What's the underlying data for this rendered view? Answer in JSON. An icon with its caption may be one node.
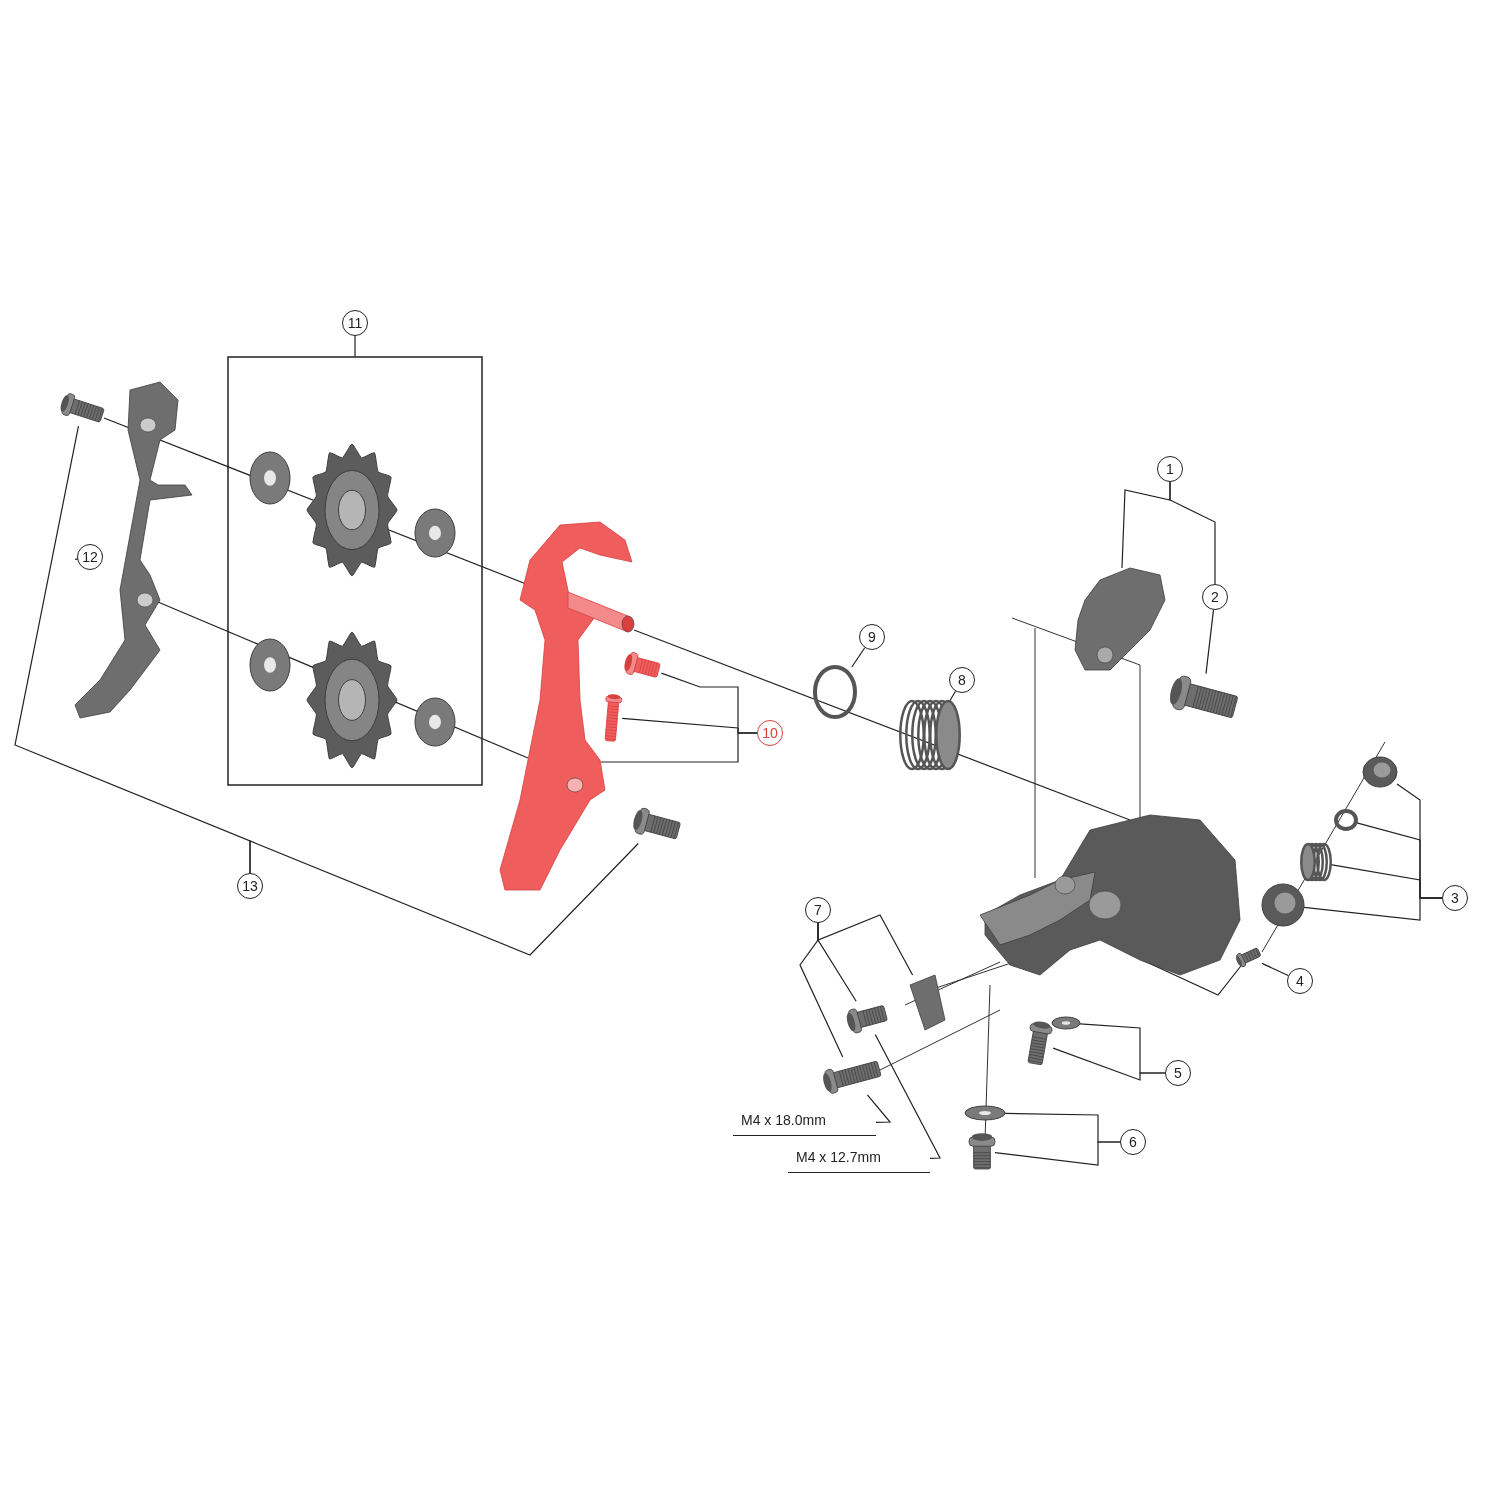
{
  "diagram": {
    "nodes": [
      {
        "text": [
          "11"
        ]
      },
      {
        "text": [],
        "shape": "box"
      },
      {
        "text": [
          "12"
        ]
      },
      {
        "text": [
          "13"
        ]
      },
      {
        "text": [
          "10"
        ]
      },
      {
        "text": [
          "9"
        ]
      },
      {
        "text": [
          "8"
        ]
      },
      {
        "text": [
          "1"
        ]
      },
      {
        "text": [
          "2"
        ]
      },
      {
        "text": [
          "3"
        ]
      },
      {
        "text": [
          "4"
        ]
      },
      {
        "text": [
          "5"
        ]
      },
      {
        "text": [
          "6"
        ]
      },
      {
        "text": [
          "7"
        ]
      },
      {
        "text": [
          "M4 x 18.0mm"
        ]
      },
      {
        "text": [
          "M4 x 12.7mm"
        ]
      },
      {
        "text": [],
        "shape": "picture"
      },
      {
        "text": [],
        "shape": "picture"
      },
      {
        "text": [],
        "shape": "picture",
        "in": 1
      },
      {
        "text": [],
        "shape": "picture",
        "in": 1
      },
      {
        "text": [],
        "shape": "picture",
        "in": 1
      },
      {
        "text": [],
        "shape": "picture",
        "in": 1
      },
      {
        "text": [],
        "shape": "picture",
        "in": 1
      },
      {
        "text": [],
        "shape": "picture",
        "in": 1
      },
      {
        "text": [],
        "shape": "picture"
      },
      {
        "text": [],
        "shape": "picture"
      },
      {
        "text": [],
        "shape": "picture"
      },
      {
        "text": [],
        "shape": "picture"
      },
      {
        "text": [],
        "shape": "circle"
      },
      {
        "text": [],
        "shape": "picture"
      },
      {
        "text": [],
        "shape": "picture"
      },
      {
        "text": [],
        "shape": "picture"
      },
      {
        "text": [],
        "shape": "picture"
      },
      {
        "text": [],
        "shape": "picture"
      },
      {
        "text": [],
        "shape": "circle"
      },
      {
        "text": [],
        "shape": "picture"
      },
      {
        "text": [],
        "shape": "picture"
      },
      {
        "text": [],
        "shape": "picture"
      },
      {
        "text": [],
        "shape": "picture"
      },
      {
        "text": [],
        "shape": "picture"
      },
      {
        "text": [],
        "shape": "picture"
      },
      {
        "text": [],
        "shape": "picture"
      },
      {
        "text": [],
        "shape": "picture"
      },
      {
        "text": [],
        "shape": "picture"
      },
      {
        "text": [],
        "shape": "picture"
      }
    ],
    "edges": [
      {
        "from": 0,
        "to": 1,
        "arrow": "none"
      },
      {
        "from": 2,
        "to": 16,
        "arrow": "none"
      },
      {
        "from": 3,
        "to": 17,
        "arrow": "none"
      },
      {
        "from": 3,
        "to": 27,
        "arrow": "none"
      },
      {
        "from": 4,
        "to": 25,
        "arrow": "none"
      },
      {
        "from": 4,
        "to": 26,
        "arrow": "none"
      },
      {
        "from": 4,
        "to": 24,
        "arrow": "none"
      },
      {
        "from": 5,
        "to": 28,
        "arrow": "none"
      },
      {
        "from": 6,
        "to": 29,
        "arrow": "none"
      },
      {
        "from": 7,
        "to": 30,
        "arrow": "none"
      },
      {
        "from": 7,
        "to": 8,
        "arrow": "none"
      },
      {
        "from": 8,
        "to": 31,
        "arrow": "none"
      },
      {
        "from": 9,
        "to": 33,
        "arrow": "none"
      },
      {
        "from": 9,
        "to": 34,
        "arrow": "none"
      },
      {
        "from": 9,
        "to": 35,
        "arrow": "none"
      },
      {
        "from": 9,
        "to": 36,
        "arrow": "none"
      },
      {
        "from": 10,
        "to": 37,
        "arrow": "none"
      },
      {
        "from": 11,
        "to": 38,
        "arrow": "none"
      },
      {
        "from": 11,
        "to": 39,
        "arrow": "none"
      },
      {
        "from": 12,
        "to": 40,
        "arrow": "none"
      },
      {
        "from": 12,
        "to": 41,
        "arrow": "none"
      },
      {
        "from": 13,
        "to": 42,
        "arrow": "none"
      },
      {
        "from": 13,
        "to": 43,
        "arrow": "none"
      },
      {
        "from": 13,
        "to": 44,
        "arrow": "none"
      },
      {
        "from": 14,
        "to": 44,
        "arrow": "none"
      },
      {
        "from": 15,
        "to": 43,
        "arrow": "none"
      },
      {
        "from": 17,
        "to": 24,
        "arrow": "none"
      },
      {
        "from": 16,
        "to": 24,
        "arrow": "none"
      },
      {
        "from": 24,
        "to": 32,
        "arrow": "none"
      },
      {
        "from": 32,
        "to": 37,
        "arrow": "none"
      }
    ]
  }
}
